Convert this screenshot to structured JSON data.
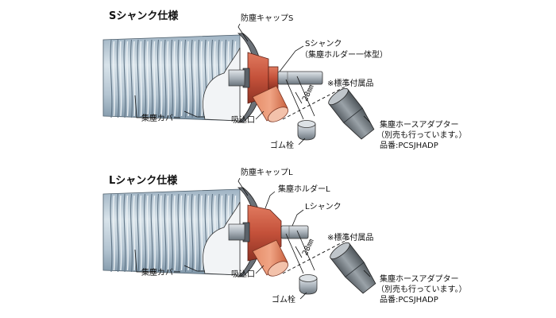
{
  "sections": {
    "s": {
      "title": "Sシャンク仕様",
      "labels": {
        "cap": "防塵キャップS",
        "shank_line1": "Sシャンク",
        "shank_line2": "（集塵ホルダー一体型）",
        "accessory": "※標準付属品",
        "cover": "集塵カバー",
        "intake": "吸込口",
        "plug": "ゴム栓",
        "dim": "28㎜",
        "adapter_line1": "集塵ホースアダプター",
        "adapter_line2": "（別売も行っています。）",
        "adapter_line3": "品番:PCSJHADP"
      }
    },
    "l": {
      "title": "Lシャンク仕様",
      "labels": {
        "cap": "防塵キャップL",
        "holder": "集塵ホルダーL",
        "shank": "Lシャンク",
        "accessory": "※標準付属品",
        "cover": "集塵カバー",
        "intake": "吸込口",
        "plug": "ゴム栓",
        "dim": "28㎜",
        "adapter_line1": "集塵ホースアダプター",
        "adapter_line2": "（別売も行っています。）",
        "adapter_line3": "品番:PCSJHADP"
      }
    }
  },
  "colors": {
    "bellows_light": "#c9d6e0",
    "bellows_dark": "#7f96a8",
    "holder_red": "#c4513a",
    "intake_orange": "#e07b55",
    "steel": "#9aa4ad",
    "adapter_grey": "#6f767c"
  },
  "icons": [
    "bellows-dust-cover",
    "dust-cap",
    "shank",
    "intake-port",
    "rubber-plug",
    "hose-adapter"
  ]
}
